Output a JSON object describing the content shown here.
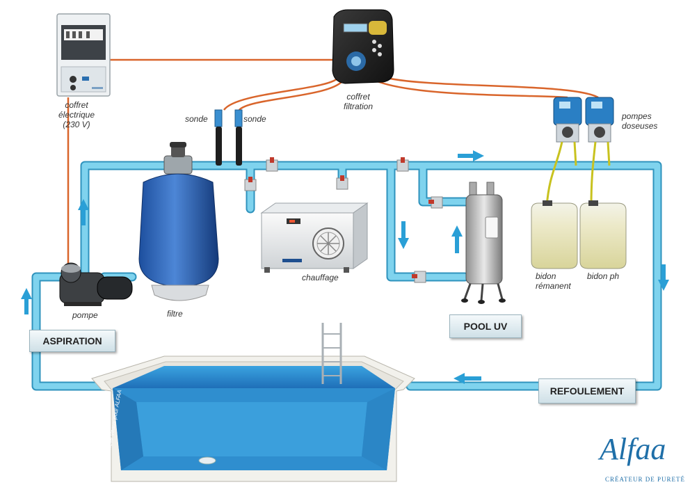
{
  "labels": {
    "coffret_electrique": [
      "coffret",
      "électrique",
      "(230 V)"
    ],
    "coffret_filtration": [
      "coffret",
      "filtration"
    ],
    "sonde_1": "sonde",
    "sonde_2": "sonde",
    "pompes_doseuses": [
      "pompes",
      "doseuses"
    ],
    "chauffage": "chauffage",
    "pompe": "pompe",
    "filtre": "filtre",
    "bidon_remanent": [
      "bidon",
      "rémanent"
    ],
    "bidon_ph": "bidon ph"
  },
  "tags": {
    "aspiration": "ASPIRATION",
    "pool_uv": "POOL UV",
    "refoulement": "REFOULEMENT"
  },
  "credit": "© Amélie Veaux pour ALFAA",
  "logo": {
    "name": "Alfaa",
    "tagline": "CRÉATEUR DE PURETÉ"
  },
  "colors": {
    "pipe": "#66c4e3",
    "pipe_edge": "#2f93bd",
    "cable": "#d9652b",
    "flow_arrow": "#2a9fd6",
    "water": "#2f8ecf",
    "tag_border": "#9ab3bd"
  }
}
